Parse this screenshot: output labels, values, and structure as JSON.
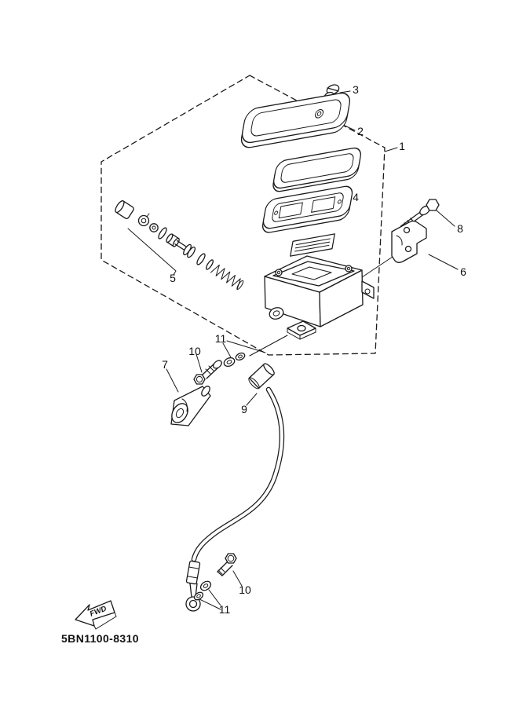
{
  "figure": {
    "catalog_number": "5BN1100-8310",
    "fwd_label": "FWD",
    "part_labels": {
      "p1": "1",
      "p2": "2",
      "p3": "3",
      "p4": "4",
      "p5": "5",
      "p6": "6",
      "p7": "7",
      "p8": "8",
      "p9": "9",
      "p10_upper": "10",
      "p11_upper": "11",
      "p10_lower": "10",
      "p11_lower": "11"
    }
  }
}
